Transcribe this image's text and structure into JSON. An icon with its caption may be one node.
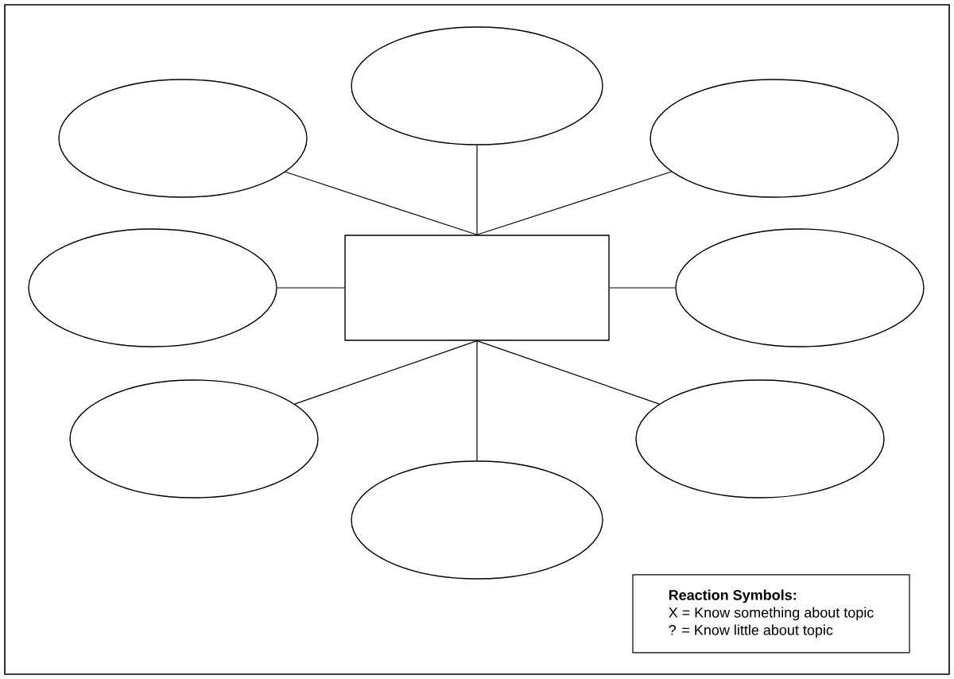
{
  "diagram": {
    "nodes": [
      {
        "text": [],
        "shape": "ellipse"
      },
      {
        "text": [],
        "shape": "ellipse"
      },
      {
        "text": [],
        "shape": "ellipse"
      },
      {
        "text": [],
        "shape": "ellipse"
      },
      {
        "text": [],
        "shape": "box"
      },
      {
        "text": [],
        "shape": "ellipse"
      },
      {
        "text": [],
        "shape": "ellipse"
      },
      {
        "text": [],
        "shape": "ellipse"
      },
      {
        "text": [],
        "shape": "ellipse"
      },
      {
        "text": [
          "Reaction Symbols:",
          "X = Know something about topic",
          "? = Know little about topic"
        ]
      }
    ],
    "edges": [
      {
        "from": 4,
        "to": 0,
        "arrow": "none"
      },
      {
        "from": 4,
        "to": 1,
        "arrow": "none"
      },
      {
        "from": 4,
        "to": 2,
        "arrow": "none"
      },
      {
        "from": 4,
        "to": 3,
        "arrow": "none"
      },
      {
        "from": 4,
        "to": 5,
        "arrow": "none"
      },
      {
        "from": 4,
        "to": 6,
        "arrow": "none"
      },
      {
        "from": 4,
        "to": 7,
        "arrow": "none"
      },
      {
        "from": 4,
        "to": 8,
        "arrow": "none"
      }
    ]
  }
}
